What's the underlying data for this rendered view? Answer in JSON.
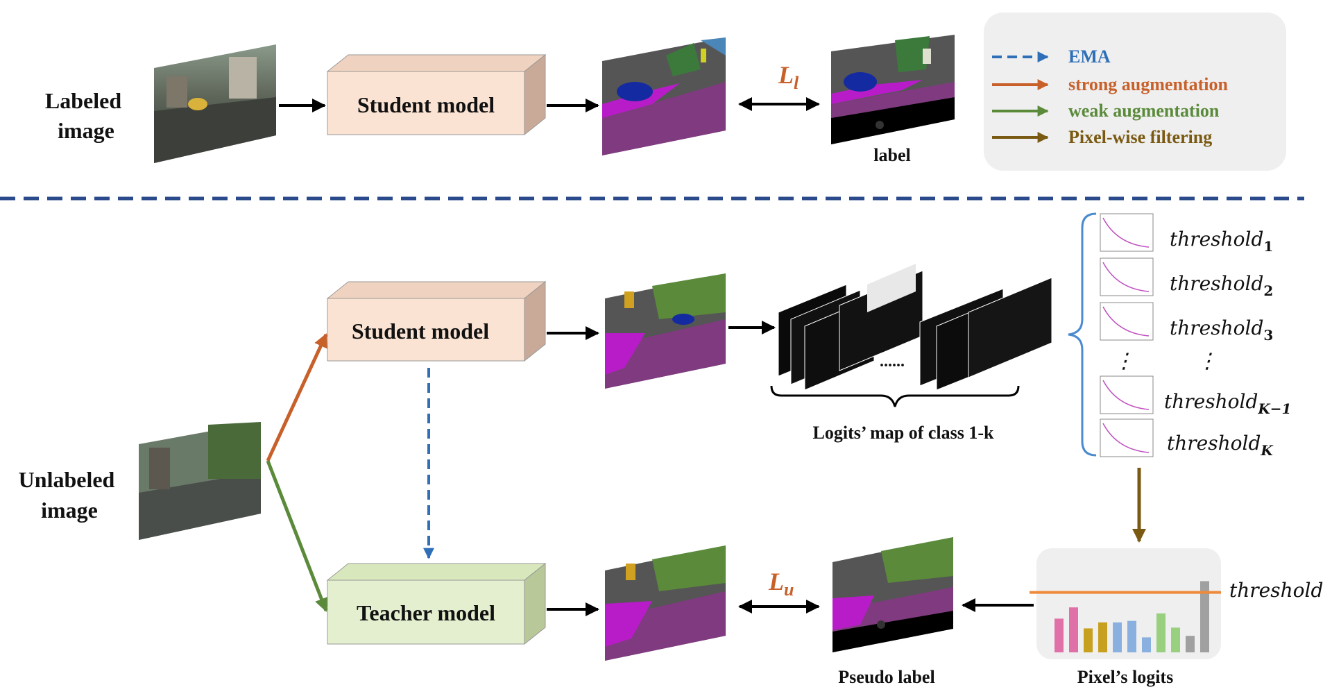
{
  "colors": {
    "ema": "#2f6fb8",
    "strong": "#c8602a",
    "weak": "#5a8a3a",
    "filter": "#7a5a12",
    "divider": "#2a4a8c",
    "student_box": "#fbe3d4",
    "teacher_box": "#e4efcf",
    "threshold_line": "#ef8a3a"
  },
  "top": {
    "labeled_image": [
      "Labeled",
      "image"
    ],
    "student_model": "Student model",
    "loss_l": "L",
    "loss_l_sub": "l",
    "label": "label"
  },
  "legend": {
    "items": [
      {
        "label": "EMA",
        "style": "dashed",
        "color": "#2f6fb8"
      },
      {
        "label": "strong augmentation",
        "style": "solid",
        "color": "#c8602a"
      },
      {
        "label": "weak augmentation",
        "style": "solid",
        "color": "#5a8a3a"
      },
      {
        "label": "Pixel-wise filtering",
        "style": "solid",
        "color": "#7a5a12"
      }
    ]
  },
  "bottom": {
    "unlabeled_image": [
      "Unlabeled",
      "image"
    ],
    "student_model": "Student model",
    "teacher_model": "Teacher model",
    "dots": "......",
    "logits_map": "Logits’ map of class 1-k",
    "loss_u": "L",
    "loss_u_sub": "u",
    "pseudo_label": "Pseudo label",
    "pixel_logits": "Pixel’s logits",
    "threshold": "threshold",
    "vdots": "⋮",
    "thresholds": [
      {
        "text": "threshold",
        "sub": "1"
      },
      {
        "text": "threshold",
        "sub": "2"
      },
      {
        "text": "threshold",
        "sub": "3"
      },
      {
        "text": "threshold",
        "sub": "K−1"
      },
      {
        "text": "threshold",
        "sub": "K"
      }
    ],
    "bar_values": [
      0.45,
      0.6,
      0.32,
      0.4,
      0.4,
      0.42,
      0.2,
      0.52,
      0.33,
      0.22,
      0.95
    ],
    "bar_colors": [
      "#e070a8",
      "#e070a8",
      "#c8a020",
      "#c8a020",
      "#8ab0e0",
      "#8ab0e0",
      "#8ab0e0",
      "#98d080",
      "#98d080",
      "#a0a0a0",
      "#a0a0a0"
    ],
    "threshold_level": 0.8
  }
}
